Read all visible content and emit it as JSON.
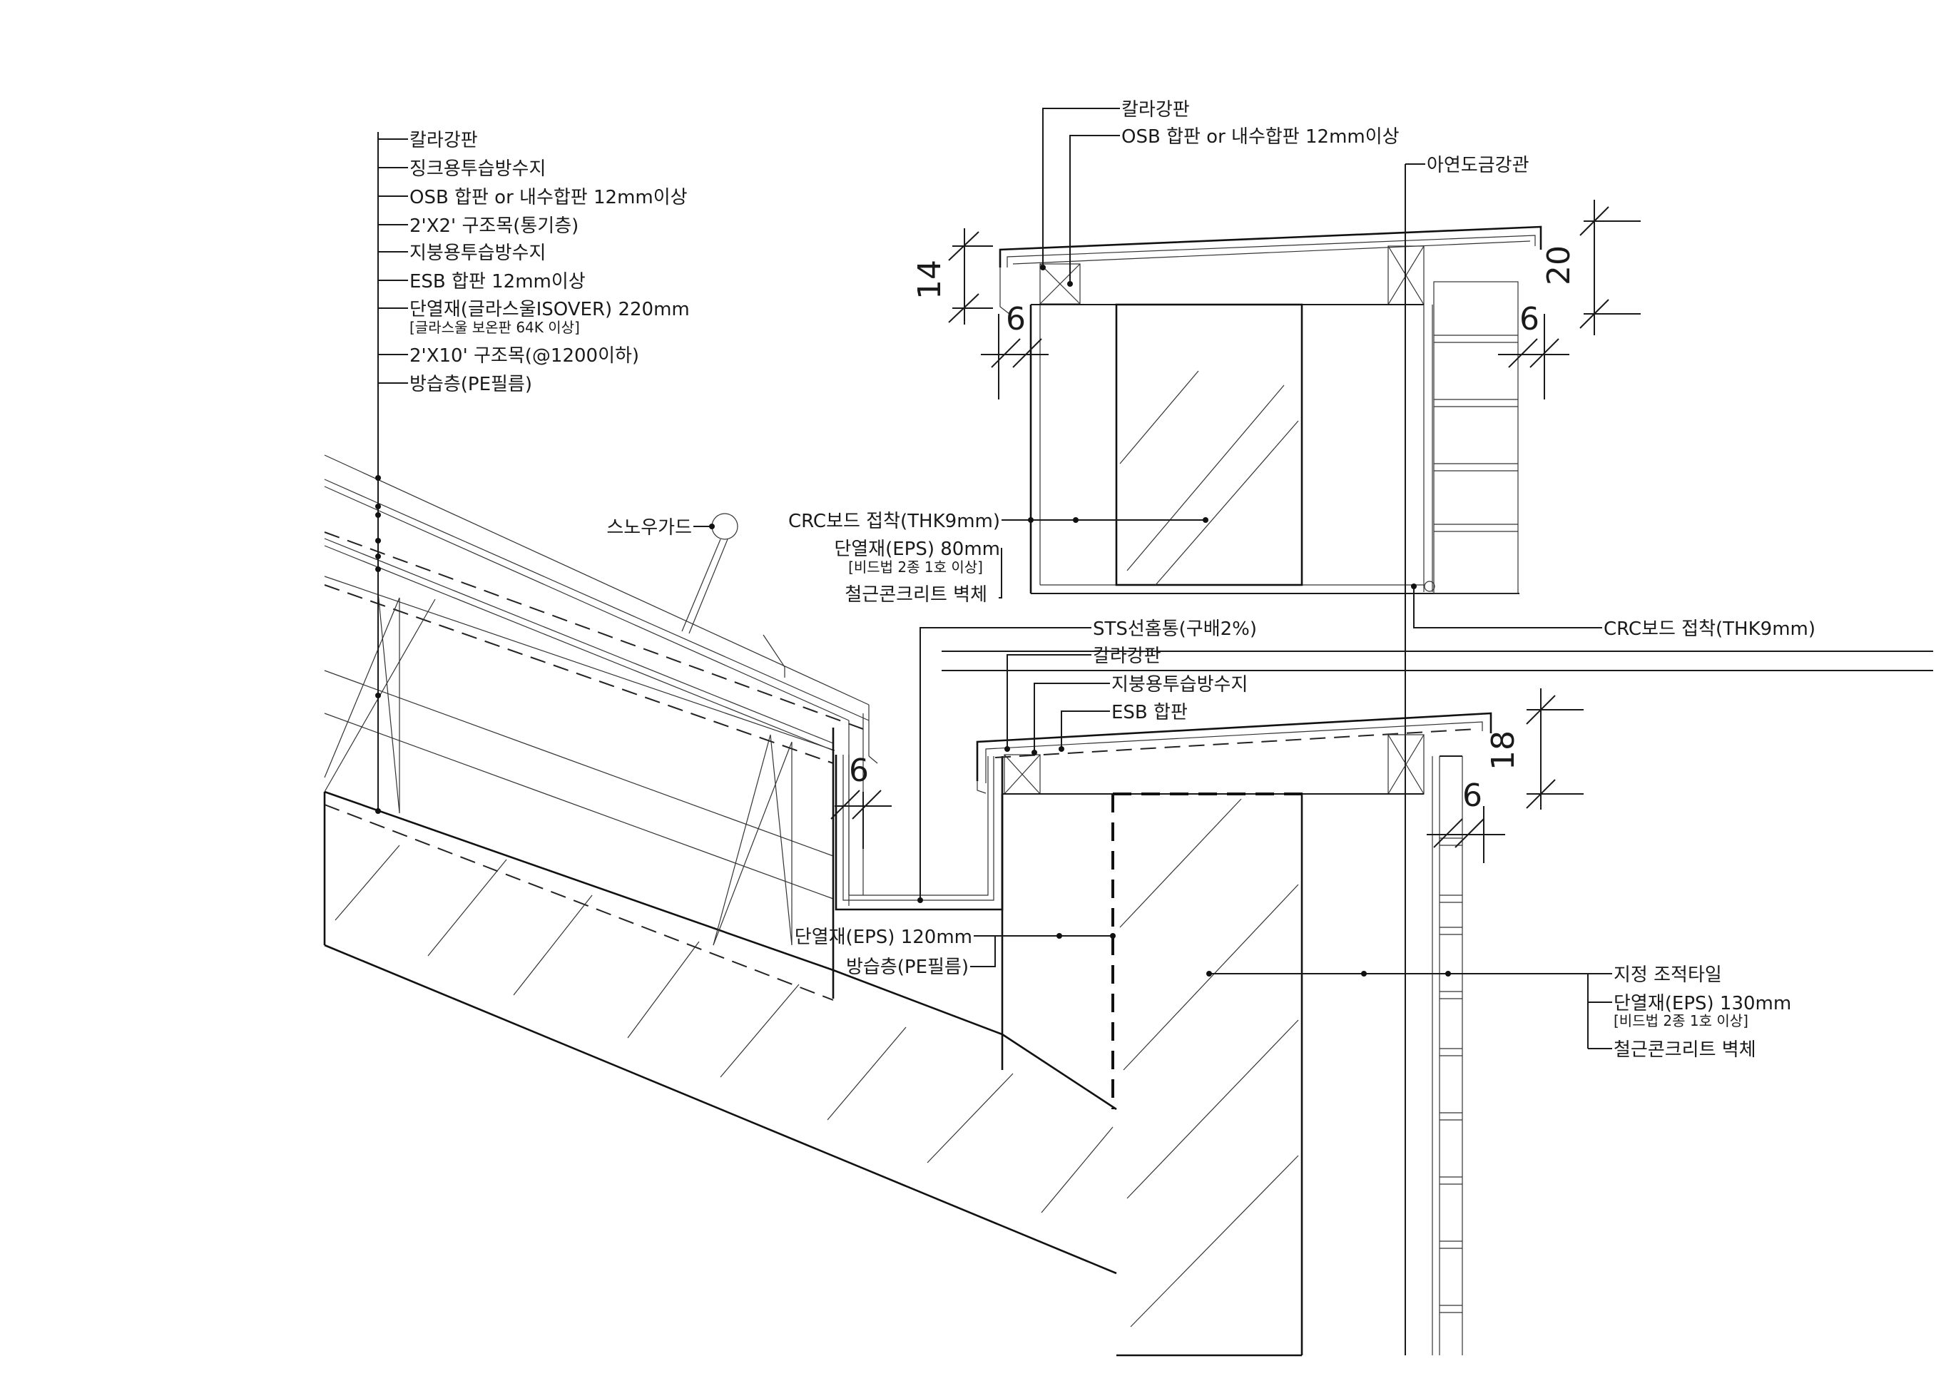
{
  "labels": {
    "eave": {
      "l1": "칼라강판",
      "l2": "징크용투습방수지",
      "l3": "OSB 합판 or 내수합판 12mm이상",
      "l4": "2'X2' 구조목(통기층)",
      "l5": "지붕용투습방수지",
      "l6": "ESB 합판 12mm이상",
      "l7": "단열재(글라스울ISOVER) 220mm",
      "l7_sub": "[글라스울 보온판 64K 이상]",
      "l8": "2'X10' 구조목(@1200이하)",
      "l9": "방습층(PE필름)"
    },
    "snow_guard": "스노우가드",
    "parapet_top": {
      "color_steel": "칼라강판",
      "osb": "OSB 합판 or 내수합판 12mm이상",
      "galv_pipe": "아연도금강관",
      "crc_left": "CRC보드 접착(THK9mm)",
      "eps_left": "단열재(EPS) 80mm",
      "eps_left_sub": "[비드법 2종 1호 이상]",
      "rc_left": "철근콘크리트 벽체",
      "crc_right": "CRC보드 접착(THK9mm)"
    },
    "gutter": {
      "sts": "STS선홈통(구배2%)",
      "color_steel": "칼라강판",
      "membrane": "지붕용투습방수지",
      "esb": "ESB 합판"
    },
    "wall": {
      "eps120": "단열재(EPS) 120mm",
      "pe": "방습층(PE필름)",
      "tile": "지정 조적타일",
      "eps130": "단열재(EPS) 130mm",
      "eps130_sub": "[비드법 2종 1호 이상]",
      "rc": "철근콘크리트 벽체"
    }
  },
  "dimensions": {
    "top_left_height": "14",
    "top_left_gap": "6",
    "top_right_height": "20",
    "top_right_gap": "6",
    "eave_gap": "6",
    "lower_right_height": "18",
    "lower_right_gap": "6"
  }
}
